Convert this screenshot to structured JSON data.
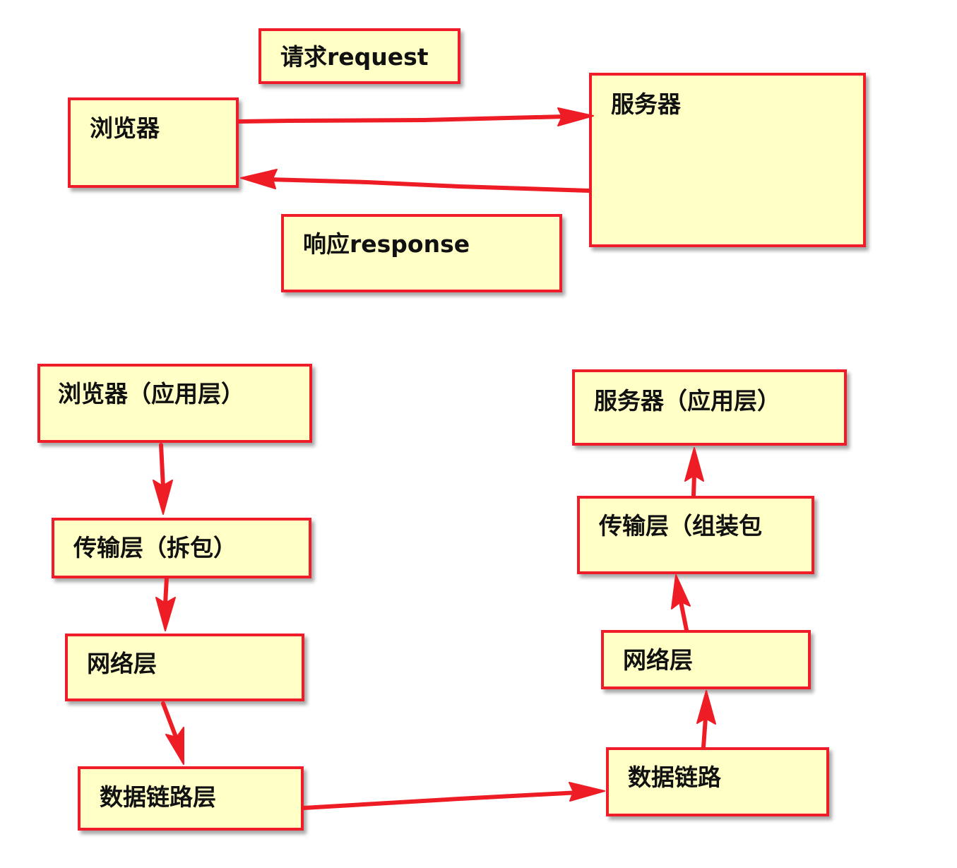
{
  "diagram": {
    "top": {
      "request_label": "请求request",
      "browser_label": "浏览器",
      "server_label": "服务器",
      "response_label": "响应response"
    },
    "client_stack": {
      "application": "浏览器（应用层）",
      "transport": "传输层（拆包）",
      "network": "网络层",
      "datalink": "数据链路层"
    },
    "server_stack": {
      "application": "服务器（应用层）",
      "transport": "传输层（组装包",
      "network": "网络层",
      "datalink": "数据链路"
    },
    "colors": {
      "box_fill": "#ffffc6",
      "border": "#ef1d2a",
      "arrow": "#ee1c25"
    }
  }
}
